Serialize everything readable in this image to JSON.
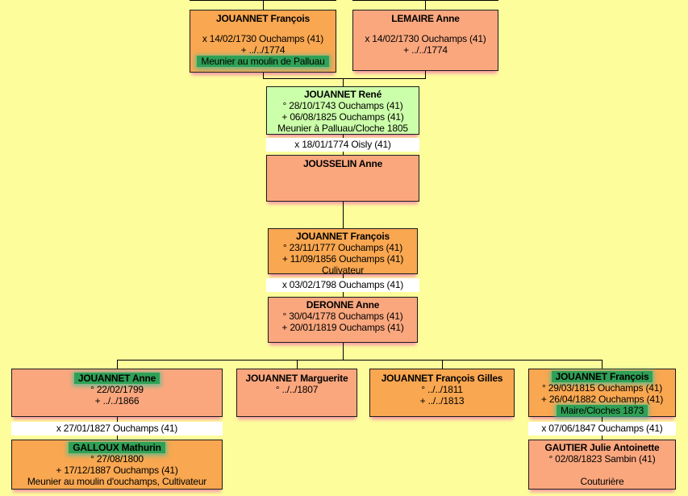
{
  "colors": {
    "background": "#fdfd9c",
    "box_orange": "#f9a750",
    "box_salmon": "#fba77e",
    "box_green": "#ccffaa",
    "highlight_green": "#2fa156",
    "shadow_pink": "#f35faa",
    "marriage_strip": "#ffffff",
    "line": "#000000"
  },
  "persons": {
    "father_paternal": {
      "name": "JOUANNET François",
      "l1": "x 14/02/1730 Ouchamps (41)",
      "l2": "+ ../../1774",
      "job": "Meunier au moulin de Palluau"
    },
    "mother_paternal": {
      "name": "LEMAIRE Anne",
      "l1": "x 14/02/1730 Ouchamps (41)",
      "l2": "+ ../../1774"
    },
    "grandfather": {
      "name": "JOUANNET René",
      "l1": "° 28/10/1743 Ouchamps (41)",
      "l2": "+ 06/08/1825 Ouchamps (41)",
      "job": "Meunier à Palluau/Cloche 1805"
    },
    "grandmother": {
      "name": "JOUSSELIN Anne"
    },
    "father": {
      "name": "JOUANNET François",
      "l1": "° 23/11/1777 Ouchamps (41)",
      "l2": "+ 11/09/1856 Ouchamps (41)",
      "job": "Culivateur"
    },
    "mother": {
      "name": "DERONNE Anne",
      "l1": "° 30/04/1778 Ouchamps (41)",
      "l2": "+ 20/01/1819 Ouchamps (41)"
    },
    "child1": {
      "name": "JOUANNET Anne",
      "l1": "° 22/02/1799",
      "l2": "+ ../../1866"
    },
    "child2": {
      "name": "JOUANNET Marguerite",
      "l1": "° ../../1807"
    },
    "child3": {
      "name": "JOUANNET François Gilles",
      "l1": "° ../../1811",
      "l2": "+ ../../1813"
    },
    "child4": {
      "name": "JOUANNET François",
      "l1": "° 29/03/1815 Ouchamps (41)",
      "l2": "+ 26/04/1882 Ouchamps (41)",
      "job": "Maire/Cloches 1873"
    },
    "spouse_child1": {
      "name": "GALLOUX Mathurin",
      "l1": "° 27/08/1800",
      "l2": "+ 17/12/1887 Ouchamps (41)",
      "job": "Meunier au moulin d'ouchamps, Cultivateur"
    },
    "spouse_child4": {
      "name": "GAUTIER Julie Antoinette",
      "l1": "° 02/08/1823 Sambin (41)",
      "job": "Couturière"
    }
  },
  "marriages": {
    "m_grandparents": "x 18/01/1774 Oisly (41)",
    "m_parents": "x 03/02/1798 Ouchamps (41)",
    "m_child1": "x 27/01/1827 Ouchamps (41)",
    "m_child4": "x 07/06/1847 Ouchamps (41)"
  }
}
